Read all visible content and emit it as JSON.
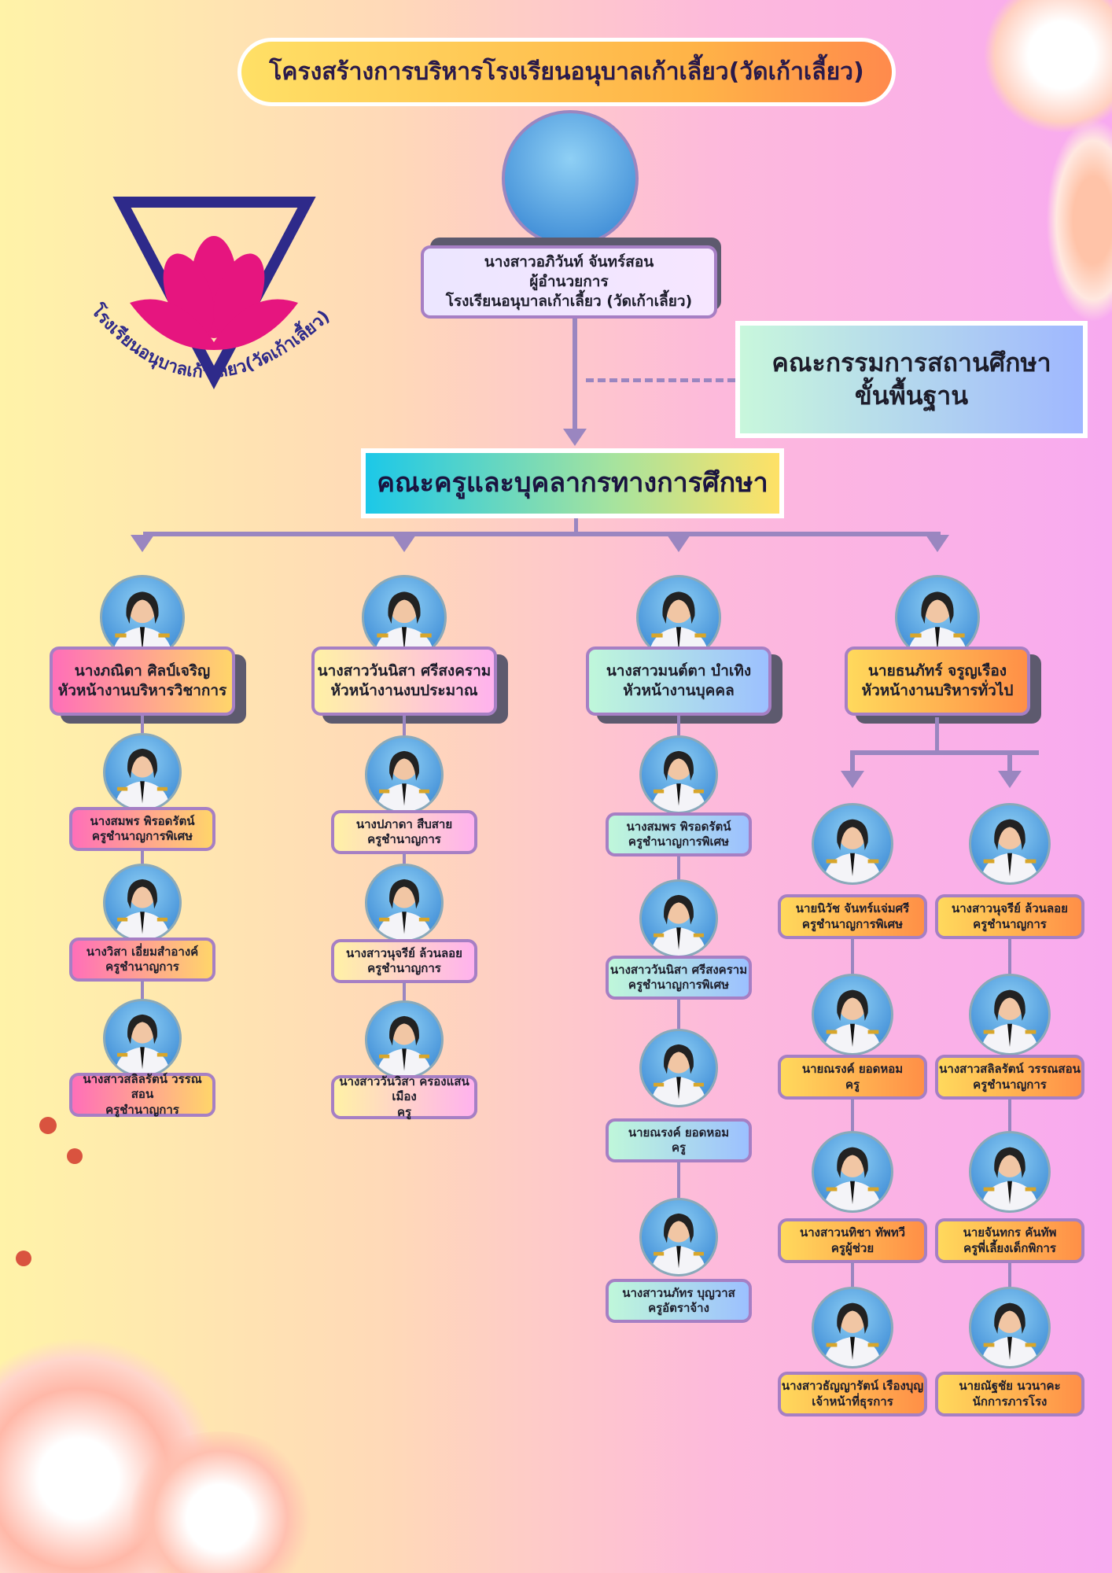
{
  "title": "โครงสร้างการบริหารโรงเรียนอนุบาลเก้าเลี้ยว(วัดเก้าเลี้ยว)",
  "logo_text": "โรงเรียนอนุบาลเก้าเลี้ยว(วัดเก้าเลี้ยว)",
  "director": {
    "name": "นางสาวอภิวันท์ จันทร์สอน",
    "position": "ผู้อำนวยการ",
    "school": "โรงเรียนอนุบาลเก้าเลี้ยว (วัดเก้าเลี้ยว)"
  },
  "committee": {
    "line1": "คณะกรรมการสถานศึกษา",
    "line2": "ขั้นพื้นฐาน"
  },
  "staff_banner": "คณะครูและบุคลากรทางการศึกษา",
  "colors": {
    "connector": "#9a86c0",
    "border": "#a67fc4"
  },
  "departments": [
    {
      "head": {
        "name": "นางภณิดา ศิลป์เจริญ",
        "role": "หัวหน้างานบริหารวิชาการ"
      },
      "members": [
        {
          "name": "นางสมพร พิรอดรัตน์",
          "role": "ครูชำนาญการพิเศษ"
        },
        {
          "name": "นางวิสา เอี่ยมสำอางค์",
          "role": "ครูชำนาญการ"
        },
        {
          "name": "นางสาวสลิลรัตน์ วรรณสอน",
          "role": "ครูชำนาญการ"
        }
      ]
    },
    {
      "head": {
        "name": "นางสาววันนิสา ศรีสงคราม",
        "role": "หัวหน้างานงบประมาณ"
      },
      "members": [
        {
          "name": "นางปภาดา สืบสาย",
          "role": "ครูชำนาญการ"
        },
        {
          "name": "นางสาวนุจรีย์ ล้วนลอย",
          "role": "ครูชำนาญการ"
        },
        {
          "name": "นางสาววันวิสา ครองแสนเมือง",
          "role": "ครู"
        }
      ]
    },
    {
      "head": {
        "name": "นางสาวมนต์ตา บำเทิง",
        "role": "หัวหน้างานบุคคล"
      },
      "members": [
        {
          "name": "นางสมพร พิรอดรัตน์",
          "role": "ครูชำนาญการพิเศษ"
        },
        {
          "name": "นางสาววันนิสา ศรีสงคราม",
          "role": "ครูชำนาญการพิเศษ"
        },
        {
          "name": "นายณรงค์ ยอดหอม",
          "role": "ครู"
        },
        {
          "name": "นางสาวนภัทร บุญวาส",
          "role": "ครูอัตราจ้าง"
        }
      ]
    },
    {
      "head": {
        "name": "นายธนภัทร์ จรูญเรือง",
        "role": "หัวหน้างานบริหารทั่วไป"
      },
      "members_left": [
        {
          "name": "นายนิวัช จันทร์แจ่มศรี",
          "role": "ครูชำนาญการพิเศษ"
        },
        {
          "name": "นายณรงค์ ยอดหอม",
          "role": "ครู"
        },
        {
          "name": "นางสาวนทิชา ทัพทวี",
          "role": "ครูผู้ช่วย"
        },
        {
          "name": "นางสาวธัญญารัตน์ เรืองบุญ",
          "role": "เจ้าหน้าที่ธุรการ"
        }
      ],
      "members_right": [
        {
          "name": "นางสาวนุจรีย์ ล้วนลอย",
          "role": "ครูชำนาญการ"
        },
        {
          "name": "นางสาวสลิลรัตน์ วรรณสอน",
          "role": "ครูชำนาญการ"
        },
        {
          "name": "นายจันทกร คันทัพ",
          "role": "ครูพี่เลี้ยงเด็กพิการ"
        },
        {
          "name": "นายณัฐชัย นวนาคะ",
          "role": "นักการภารโรง"
        }
      ]
    }
  ]
}
